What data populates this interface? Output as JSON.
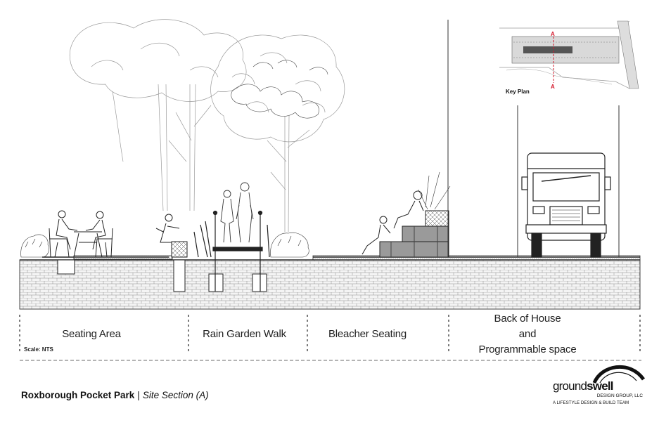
{
  "title": {
    "project": "Roxborough Pocket Park",
    "separator": "|",
    "subtitle": "Site Section (A)"
  },
  "scale_note": "Scale: NTS",
  "zones": [
    {
      "label": "Seating Area"
    },
    {
      "label": "Rain Garden Walk"
    },
    {
      "label": "Bleacher Seating"
    },
    {
      "label_lines": [
        "Back of House",
        "and",
        "Programmable space"
      ]
    }
  ],
  "key_plan": {
    "label": "Key Plan",
    "section_marker": "A"
  },
  "logo": {
    "wordmark_light": "ground",
    "wordmark_bold": "swell",
    "company": "DESIGN GROUP, LLC",
    "tagline": "A LIFESTYLE DESIGN & BUILD TEAM"
  },
  "colors": {
    "line": "#333333",
    "light_line": "#9a9a9a",
    "section_marker": "#d4182b"
  }
}
